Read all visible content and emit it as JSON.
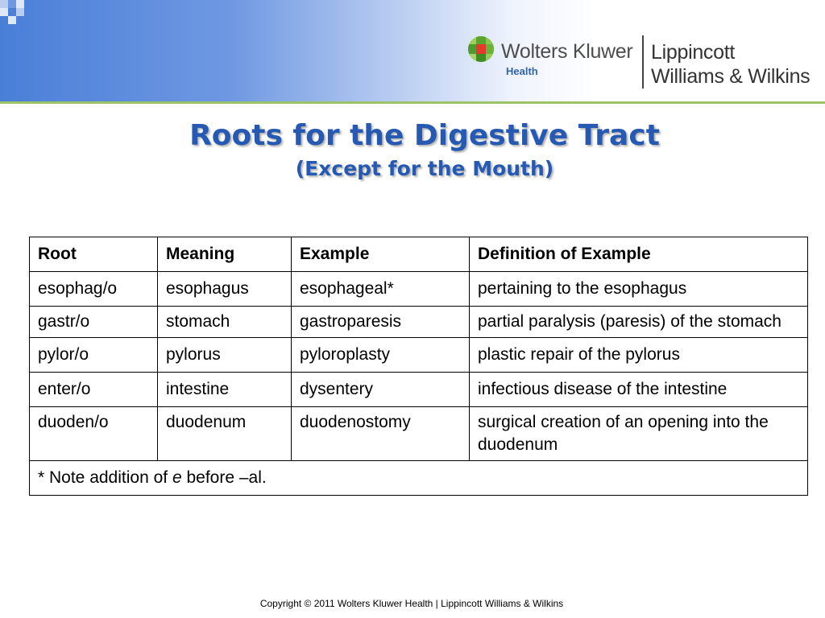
{
  "header": {
    "company": "Wolters Kluwer",
    "division": "Health",
    "publisher_line1": "Lippincott",
    "publisher_line2": "Williams & Wilkins"
  },
  "slide": {
    "title": "Roots for the Digestive Tract",
    "subtitle": "(Except for the Mouth)"
  },
  "table": {
    "headers": [
      "Root",
      "Meaning",
      "Example",
      "Definition of Example"
    ],
    "rows": [
      [
        "esophag/o",
        "esophagus",
        "esophageal*",
        "pertaining to the esophagus"
      ],
      [
        "gastr/o",
        "stomach",
        "gastroparesis",
        "partial paralysis (paresis) of the stomach"
      ],
      [
        "pylor/o",
        "pylorus",
        "pyloroplasty",
        "plastic repair of the pylorus"
      ],
      [
        "enter/o",
        "intestine",
        "dysentery",
        "infectious disease of the intestine"
      ],
      [
        "duoden/o",
        "duodenum",
        "duodenostomy",
        "surgical creation of an opening into the duodenum"
      ]
    ],
    "note": {
      "prefix": "* Note addition of ",
      "emph": "e",
      "suffix": " before –al."
    }
  },
  "footer": {
    "copyright": "Copyright © 2011 Wolters Kluwer Health | Lippincott Williams & Wilkins"
  },
  "colors": {
    "title": "#2659b2",
    "header_blue": "#4a7fd8",
    "accent_green": "#9cc36a"
  }
}
